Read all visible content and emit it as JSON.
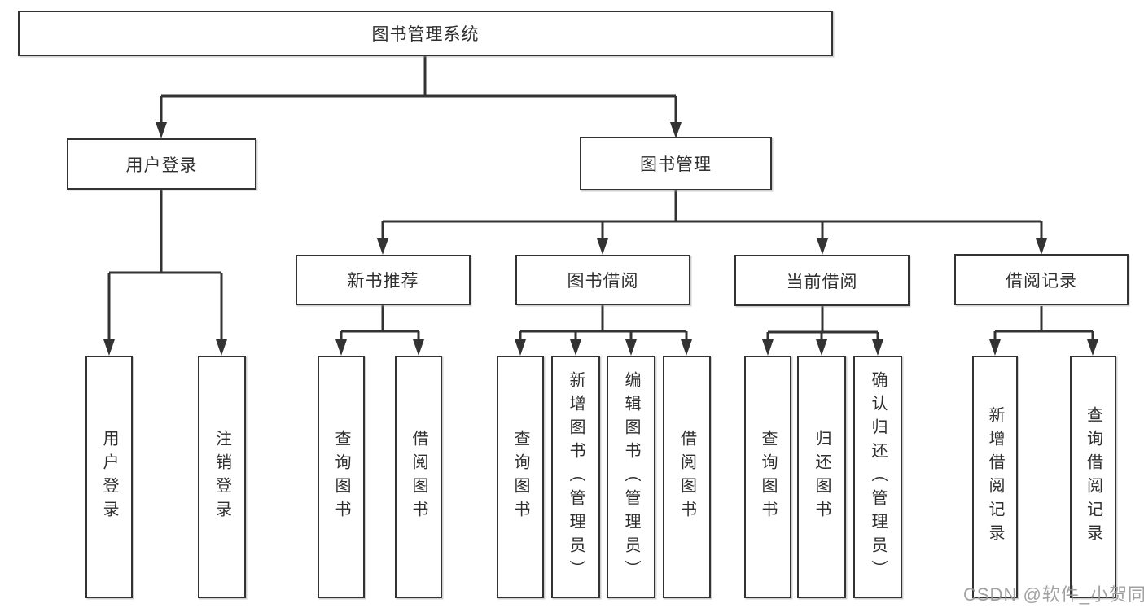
{
  "tree": {
    "root": "图书管理系统",
    "branches": [
      {
        "label": "用户登录",
        "children": [
          "用户登录",
          "注销登录"
        ]
      },
      {
        "label": "图书管理",
        "sections": [
          {
            "label": "新书推荐",
            "children": [
              "查询图书",
              "借阅图书"
            ]
          },
          {
            "label": "图书借阅",
            "children": [
              "查询图书",
              "新增图书（管理员）",
              "编辑图书（管理员）",
              "借阅图书"
            ]
          },
          {
            "label": "当前借阅",
            "children": [
              "查询图书",
              "归还图书",
              "确认归还（管理员）"
            ]
          },
          {
            "label": "借阅记录",
            "children": [
              "新增借阅记录",
              "查询借阅记录"
            ]
          }
        ]
      }
    ]
  },
  "watermark": {
    "text": "CSDN @软件_小贺同学"
  },
  "colors": {
    "line": "#333333",
    "text": "#2f2f2f",
    "watermark": "#999999",
    "background": "#ffffff"
  }
}
